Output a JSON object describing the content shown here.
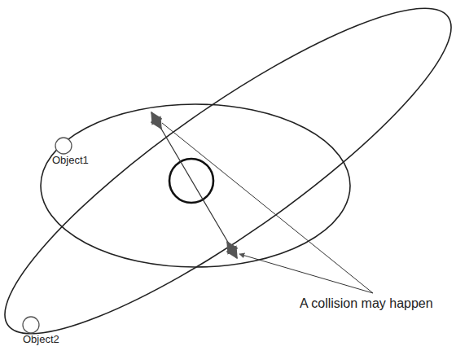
{
  "diagram": {
    "nodes": [
      {
        "text": [
          "Object1"
        ]
      },
      {
        "text": [
          "Object2"
        ]
      }
    ],
    "labels": [
      "A collision may happen"
    ]
  }
}
